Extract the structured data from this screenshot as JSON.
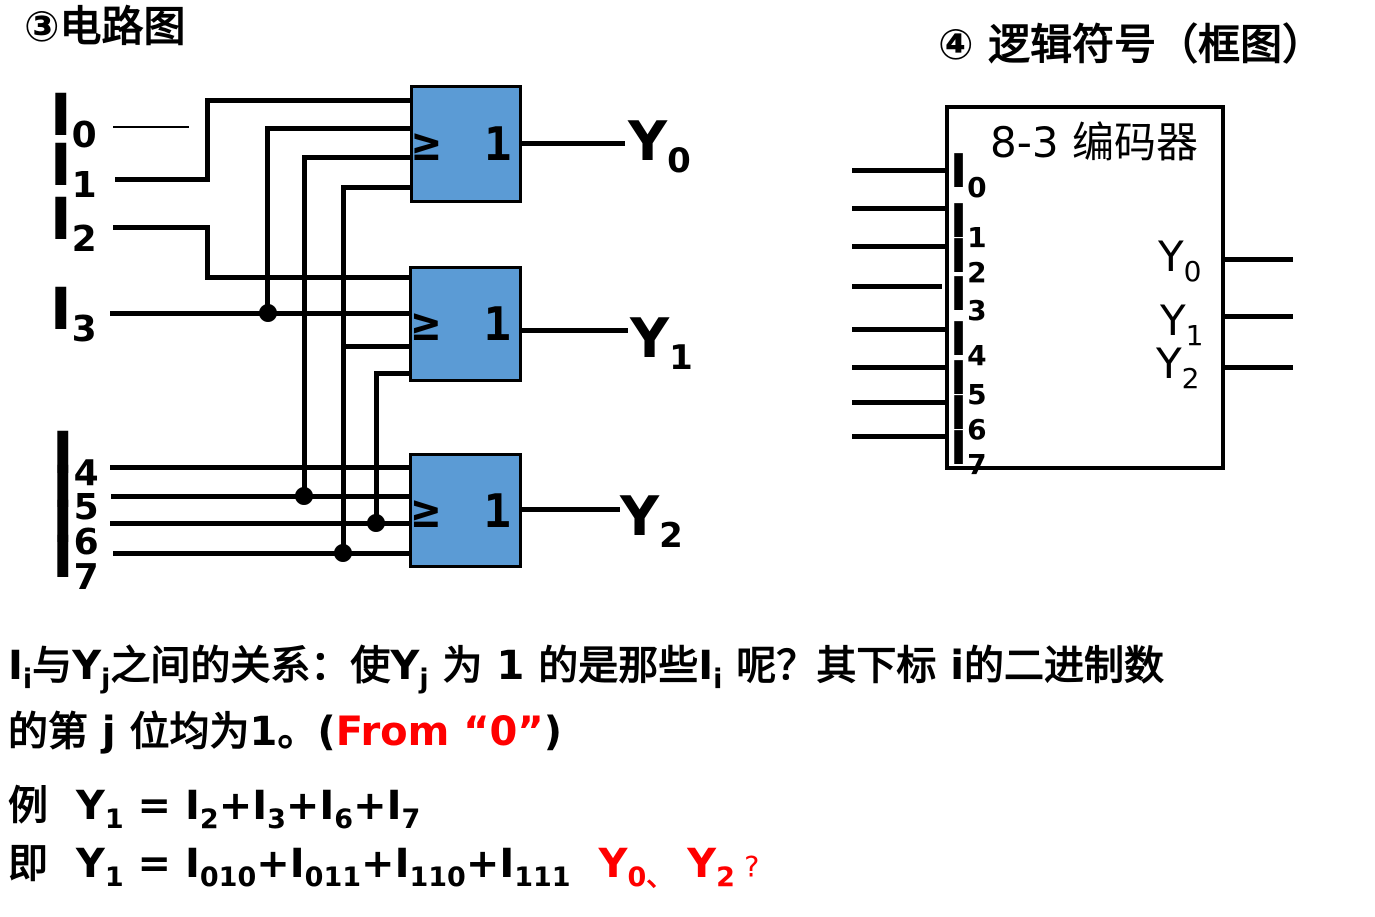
{
  "titles": {
    "circuit": "③电路图",
    "block": "④ 逻辑符号（框图）"
  },
  "gate_or_label": "≥ 1",
  "colors": {
    "gate_fill": "#5B9BD5",
    "accent_red": "#FF0000",
    "ink": "#000000"
  },
  "circuit": {
    "input_labels": [
      {
        "b": "I",
        "s": "0"
      },
      {
        "b": "I",
        "s": "1"
      },
      {
        "b": "I",
        "s": "2"
      },
      {
        "b": "I",
        "s": "3"
      },
      {
        "b": "I",
        "s": "4"
      },
      {
        "b": "I",
        "s": "5"
      },
      {
        "b": "I",
        "s": "6"
      },
      {
        "b": "I",
        "s": "7"
      }
    ],
    "output_labels": [
      {
        "b": "Y",
        "s": "0"
      },
      {
        "b": "Y",
        "s": "1"
      },
      {
        "b": "Y",
        "s": "2"
      }
    ]
  },
  "block": {
    "title": "8-3 编码器",
    "input_labels": [
      {
        "b": "I",
        "s": "0"
      },
      {
        "b": "I",
        "s": "1"
      },
      {
        "b": "I",
        "s": "2"
      },
      {
        "b": "I",
        "s": "3"
      },
      {
        "b": "I",
        "s": "4"
      },
      {
        "b": "I",
        "s": "5"
      },
      {
        "b": "I",
        "s": "6"
      },
      {
        "b": "I",
        "s": "7"
      }
    ],
    "output_labels": [
      {
        "b": "Y",
        "s": "0"
      },
      {
        "b": "Y",
        "s": "1"
      },
      {
        "b": "Y",
        "s": "2"
      }
    ]
  },
  "text": {
    "line1": [
      {
        "t": "I"
      },
      {
        "t": "i",
        "sub": true
      },
      {
        "t": "与"
      },
      {
        "t": "Y"
      },
      {
        "t": "j",
        "sub": true
      },
      {
        "t": "之间的关系：使"
      },
      {
        "t": "Y"
      },
      {
        "t": "j",
        "sub": true
      },
      {
        "t": " 为 1 的是那些"
      },
      {
        "t": "I"
      },
      {
        "t": "i",
        "sub": true
      },
      {
        "t": " 呢？其下标 i的二进制数"
      }
    ],
    "line2": [
      {
        "t": "的第 j 位均为1。("
      },
      {
        "t": "From “0”",
        "c": "red"
      },
      {
        "t": ")"
      }
    ],
    "line3": [
      {
        "t": "例  "
      },
      {
        "t": "Y"
      },
      {
        "t": "1",
        "sub": true
      },
      {
        "t": " = "
      },
      {
        "t": "I"
      },
      {
        "t": "2",
        "sub": true
      },
      {
        "t": "+"
      },
      {
        "t": "I"
      },
      {
        "t": "3",
        "sub": true
      },
      {
        "t": "+"
      },
      {
        "t": "I"
      },
      {
        "t": "6",
        "sub": true
      },
      {
        "t": "+"
      },
      {
        "t": "I"
      },
      {
        "t": "7",
        "sub": true
      }
    ],
    "line4": [
      {
        "t": "即  "
      },
      {
        "t": "Y"
      },
      {
        "t": "1",
        "sub": true
      },
      {
        "t": " = "
      },
      {
        "t": "I"
      },
      {
        "t": "010",
        "sub": true
      },
      {
        "t": "+"
      },
      {
        "t": "I"
      },
      {
        "t": "011",
        "sub": true
      },
      {
        "t": "+"
      },
      {
        "t": "I"
      },
      {
        "t": "110",
        "sub": true
      },
      {
        "t": "+"
      },
      {
        "t": "I"
      },
      {
        "t": "111",
        "sub": true
      },
      {
        "t": "  "
      },
      {
        "t": "Y",
        "c": "red"
      },
      {
        "t": "0、",
        "sub": true,
        "c": "red"
      },
      {
        "t": " Y",
        "c": "red"
      },
      {
        "t": "2",
        "sub": true,
        "c": "red"
      },
      {
        "t": " ?",
        "c": "red",
        "sm": true
      }
    ]
  }
}
